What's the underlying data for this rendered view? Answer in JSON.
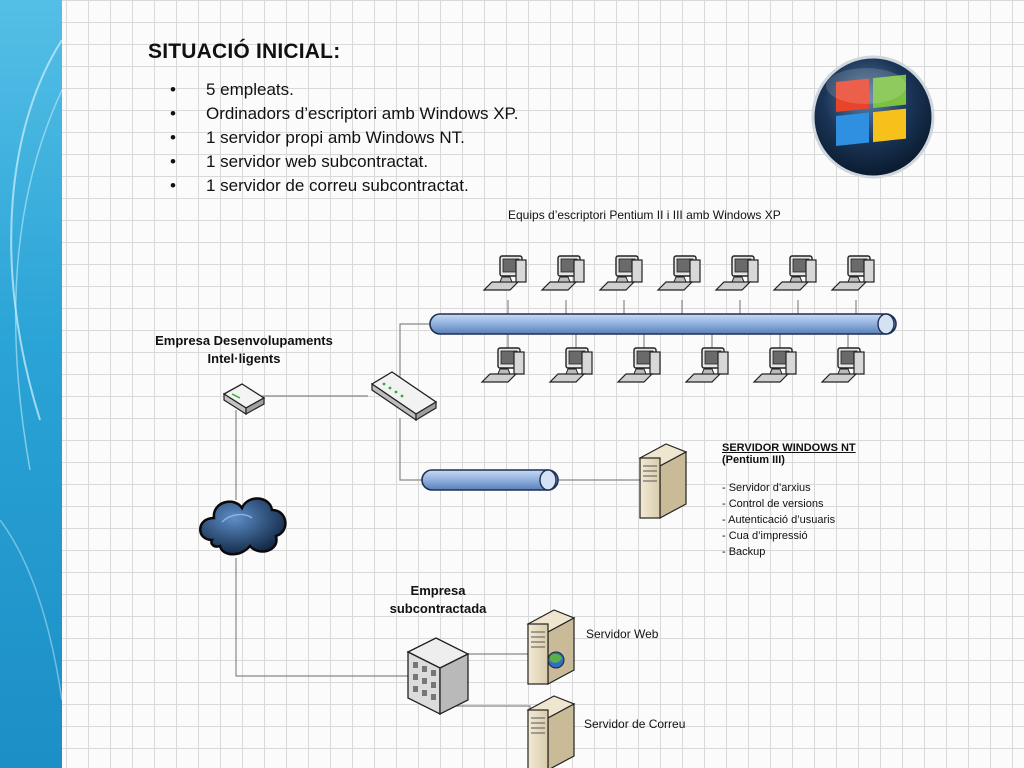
{
  "title": "SITUACIÓ INICIAL:",
  "bullets": [
    "5 empleats.",
    "Ordinadors d’escriptori amb Windows XP.",
    "1 servidor propi amb Windows NT.",
    "1 servidor web subcontractat.",
    "1 servidor de correu subcontractat."
  ],
  "desktops_label": "Equips d’escriptori Pentium II i III amb Windows XP",
  "company_label_line1": "Empresa Desenvolupaments",
  "company_label_line2": "Intel·ligents",
  "server_nt": {
    "title": "SERVIDOR WINDOWS NT",
    "subtitle": "(Pentium III)",
    "roles": [
      "- Servidor d’arxius",
      "- Control de versions",
      "- Autenticació d’usuaris",
      "- Cua d’impressió",
      "- Backup"
    ]
  },
  "subcontracted_line1": "Empresa",
  "subcontracted_line2": "subcontractada",
  "web_server_label": "Servidor Web",
  "mail_server_label": "Servidor de Correu",
  "colors": {
    "sidebar": "#2aa3d6",
    "pipe": "#9ab8e0",
    "cloud": "#1f3d66"
  }
}
